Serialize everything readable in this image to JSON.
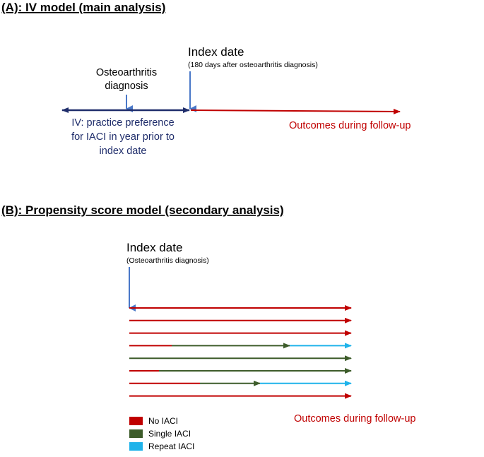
{
  "panel_a": {
    "title": "(A): IV model (main analysis)",
    "index_label": "Index date",
    "index_sub": "(180 days after osteoarthritis diagnosis)",
    "oa_line1": "Osteoarthritis",
    "oa_line2": "diagnosis",
    "iv_line1": "IV: practice preference",
    "iv_line2": "for IACI in year prior to",
    "iv_line3": "index date",
    "outcome": "Outcomes during follow-up"
  },
  "panel_b": {
    "title": "(B): Propensity score model (secondary analysis)",
    "index_label": "Index date",
    "index_sub": "(Osteoarthritis diagnosis)",
    "outcome": "Outcomes during follow-up",
    "rows": [
      {
        "segments": [
          "none"
        ]
      },
      {
        "segments": [
          "none"
        ]
      },
      {
        "segments": [
          "none"
        ]
      },
      {
        "segments": [
          "none",
          "single",
          "repeat"
        ]
      },
      {
        "segments": [
          "single"
        ]
      },
      {
        "segments": [
          "none",
          "single"
        ]
      },
      {
        "segments": [
          "none",
          "single",
          "repeat"
        ]
      },
      {
        "segments": [
          "none"
        ]
      }
    ],
    "legend": [
      {
        "key": "none",
        "label": "No IACI",
        "color": "#c00000"
      },
      {
        "key": "single",
        "label": "Single IACI",
        "color": "#3d5c2a"
      },
      {
        "key": "repeat",
        "label": "Repeat IACI",
        "color": "#1fb3ea"
      }
    ]
  },
  "colors": {
    "navy": "#1f2d6b",
    "red": "#c00000",
    "blue_arrow": "#4a78c8"
  }
}
